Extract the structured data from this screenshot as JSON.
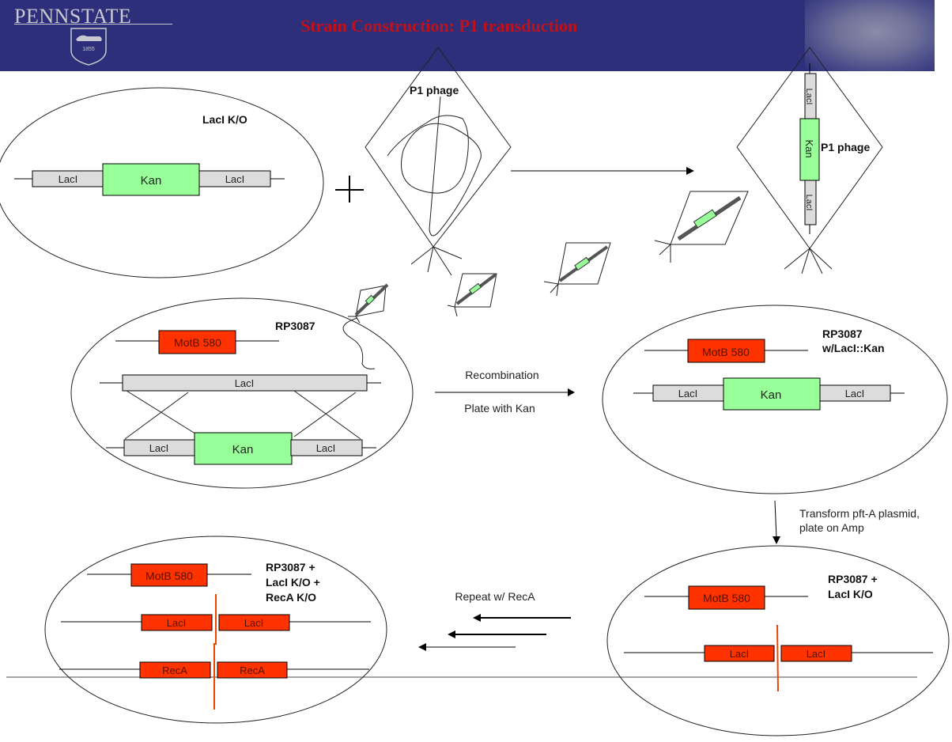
{
  "header": {
    "logo_text": "PENNSTATE",
    "logo_year": "1855",
    "title": "Strain Construction: P1 transduction",
    "title_color": "#c0101a",
    "background_color": "#2e2f7a"
  },
  "colors": {
    "kan": "#99ff99",
    "laci_gray": "#dcdcdc",
    "red_gene": "#ff3300",
    "cut_line": "#ee4400"
  },
  "cells": {
    "donor": {
      "label": "LacI K/O",
      "genes": [
        "LacI",
        "Kan",
        "LacI"
      ]
    },
    "recipient": {
      "label": "RP3087",
      "motb": "MotB 580",
      "top_gene": "LacI",
      "bottom_genes": [
        "LacI",
        "Kan",
        "LacI"
      ]
    },
    "recombinant": {
      "label_line1": "RP3087",
      "label_line2": "w/LacI::Kan",
      "motb": "MotB 580",
      "genes": [
        "LacI",
        "Kan",
        "LacI"
      ]
    },
    "laci_ko": {
      "label_line1": "RP3087 +",
      "label_line2": "LacI K/O",
      "motb": "MotB 580",
      "genes": [
        "LacI",
        "LacI"
      ]
    },
    "final": {
      "label_line1": "RP3087 +",
      "label_line2": "LacI K/O +",
      "label_line3": "RecA K/O",
      "motb": "MotB 580",
      "laci_genes": [
        "LacI",
        "LacI"
      ],
      "reca_genes": [
        "RecA",
        "RecA"
      ]
    }
  },
  "phages": {
    "empty_label": "P1 phage",
    "loaded_label": "P1 phage",
    "loaded_genes": [
      "LacI",
      "Kan",
      "LacI"
    ]
  },
  "operators": {
    "plus": "+"
  },
  "steps": {
    "recombination": "Recombination",
    "plate_kan": "Plate with Kan",
    "transform_line1": "Transform pft-A plasmid,",
    "transform_line2": "plate on Amp",
    "repeat": "Repeat w/ RecA"
  }
}
